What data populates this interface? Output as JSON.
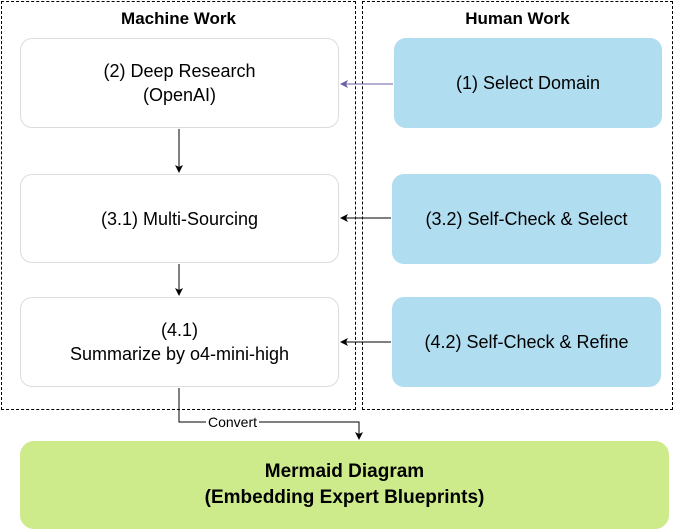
{
  "panels": {
    "machine": {
      "title": "Machine Work"
    },
    "human": {
      "title": "Human Work"
    }
  },
  "nodes": {
    "deep_research": {
      "line1": "(2) Deep Research",
      "line2": "(OpenAI)"
    },
    "select_domain": {
      "line1": "(1) Select Domain"
    },
    "multi_sourcing": {
      "line1": "(3.1) Multi-Sourcing"
    },
    "self_check_select": {
      "line1": "(3.2) Self-Check & Select"
    },
    "summarize": {
      "line1": "(4.1)",
      "line2": "Summarize by o4-mini-high"
    },
    "self_check_refine": {
      "line1": "(4.2) Self-Check & Refine"
    },
    "mermaid": {
      "line1": "Mermaid Diagram",
      "line2": "(Embedding Expert Blueprints)"
    }
  },
  "edges": {
    "convert_label": "Convert"
  },
  "colors": {
    "human_fill": "#b1ddf0",
    "output_fill": "#cdeb8b",
    "first_arrow": "#6c5fa8"
  }
}
